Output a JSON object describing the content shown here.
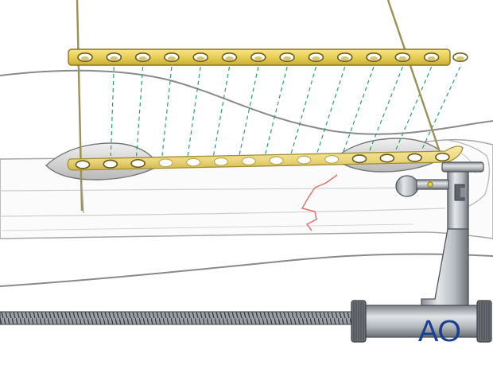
{
  "illustration": {
    "plate_color": "#e6cf55",
    "plate_outline": "#8a7420",
    "guide_line_color": "#2e9e6a",
    "fracture_color": "#e36b6b",
    "bone_outline_color": "#9a9a9a",
    "skin_outline_color": "#8a8a8a",
    "tool_color": "#bfc3c7",
    "tool_dark_color": "#5e6369",
    "top_plate_hole_count": 14,
    "bottom_plate_hole_count": 14
  },
  "logo": {
    "text": "AO",
    "color": "#1b3e8f"
  }
}
